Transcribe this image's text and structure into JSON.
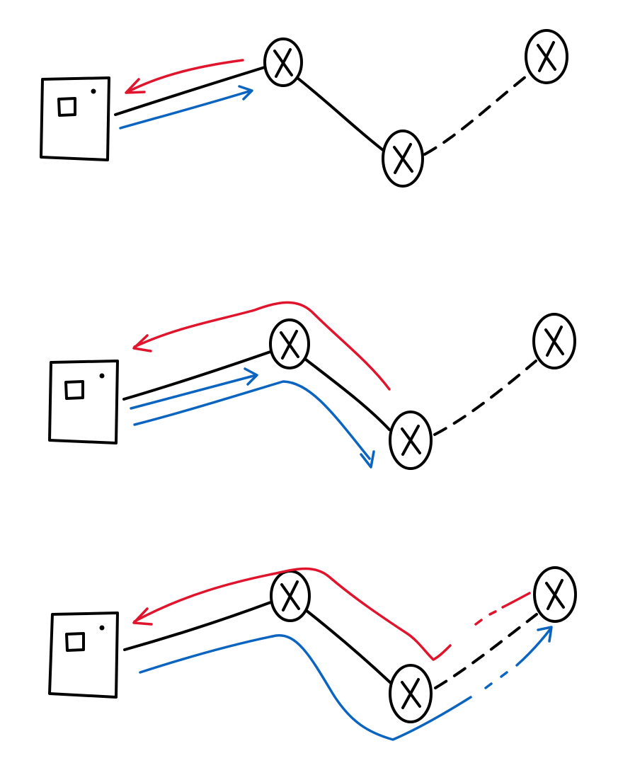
{
  "colors": {
    "background": "#ffffff",
    "link": "#000000",
    "request_arrow": "#e0142c",
    "response_arrow": "#0a64c0"
  },
  "panels": [
    {
      "device": "computer-icon",
      "nodes": [
        "router-icon",
        "router-icon",
        "router-icon"
      ],
      "links": [
        "solid",
        "solid",
        "dashed"
      ],
      "arrows": [
        "red-arrow-to-device",
        "blue-arrow-to-node-1"
      ]
    },
    {
      "device": "computer-icon",
      "nodes": [
        "router-icon",
        "router-icon",
        "router-icon"
      ],
      "links": [
        "solid",
        "solid",
        "dashed"
      ],
      "arrows": [
        "red-arrow-to-device",
        "blue-arrow-to-node-1",
        "blue-arrow-to-node-2"
      ]
    },
    {
      "device": "computer-icon",
      "nodes": [
        "router-icon",
        "router-icon",
        "router-icon"
      ],
      "links": [
        "solid",
        "solid",
        "dashed"
      ],
      "arrows": [
        "red-arrow-to-device",
        "blue-arrow-to-node-3"
      ]
    }
  ]
}
